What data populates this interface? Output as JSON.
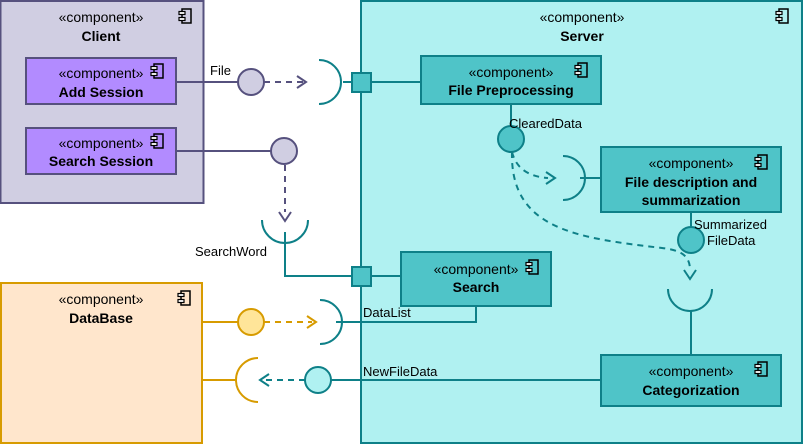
{
  "colors": {
    "client_fill": "#d0cee2",
    "client_stroke": "#56517e",
    "client_comp_fill": "#b28bff",
    "server_fill": "#b0f1f1",
    "server_stroke": "#0e8088",
    "server_comp_fill": "#4fc4c8",
    "db_fill": "#ffe6cc",
    "db_stroke": "#d79b00",
    "db_circle_fill": "#ffe599"
  },
  "stereotype": "«component»",
  "containers": {
    "client": {
      "stereotype": "«component»",
      "name": "Client"
    },
    "server": {
      "stereotype": "«component»",
      "name": "Server"
    },
    "database": {
      "stereotype": "«component»",
      "name": "DataBase"
    }
  },
  "components": {
    "add_session": {
      "stereotype": "«component»",
      "name": "Add Session"
    },
    "search_session": {
      "stereotype": "«component»",
      "name": "Search Session"
    },
    "file_preprocessing": {
      "stereotype": "«component»",
      "name": "File Preprocessing"
    },
    "file_description": {
      "stereotype": "«component»",
      "name_line1": "File description and",
      "name_line2": "summarization"
    },
    "search": {
      "stereotype": "«component»",
      "name": "Search"
    },
    "categorization": {
      "stereotype": "«component»",
      "name": "Categorization"
    }
  },
  "labels": {
    "file": "File",
    "cleared_data": "ClearedData",
    "summarized_line1": "Summarized",
    "summarized_line2": "FileData",
    "search_word": "SearchWord",
    "data_list": "DataList",
    "new_file_data": "NewFileData"
  }
}
